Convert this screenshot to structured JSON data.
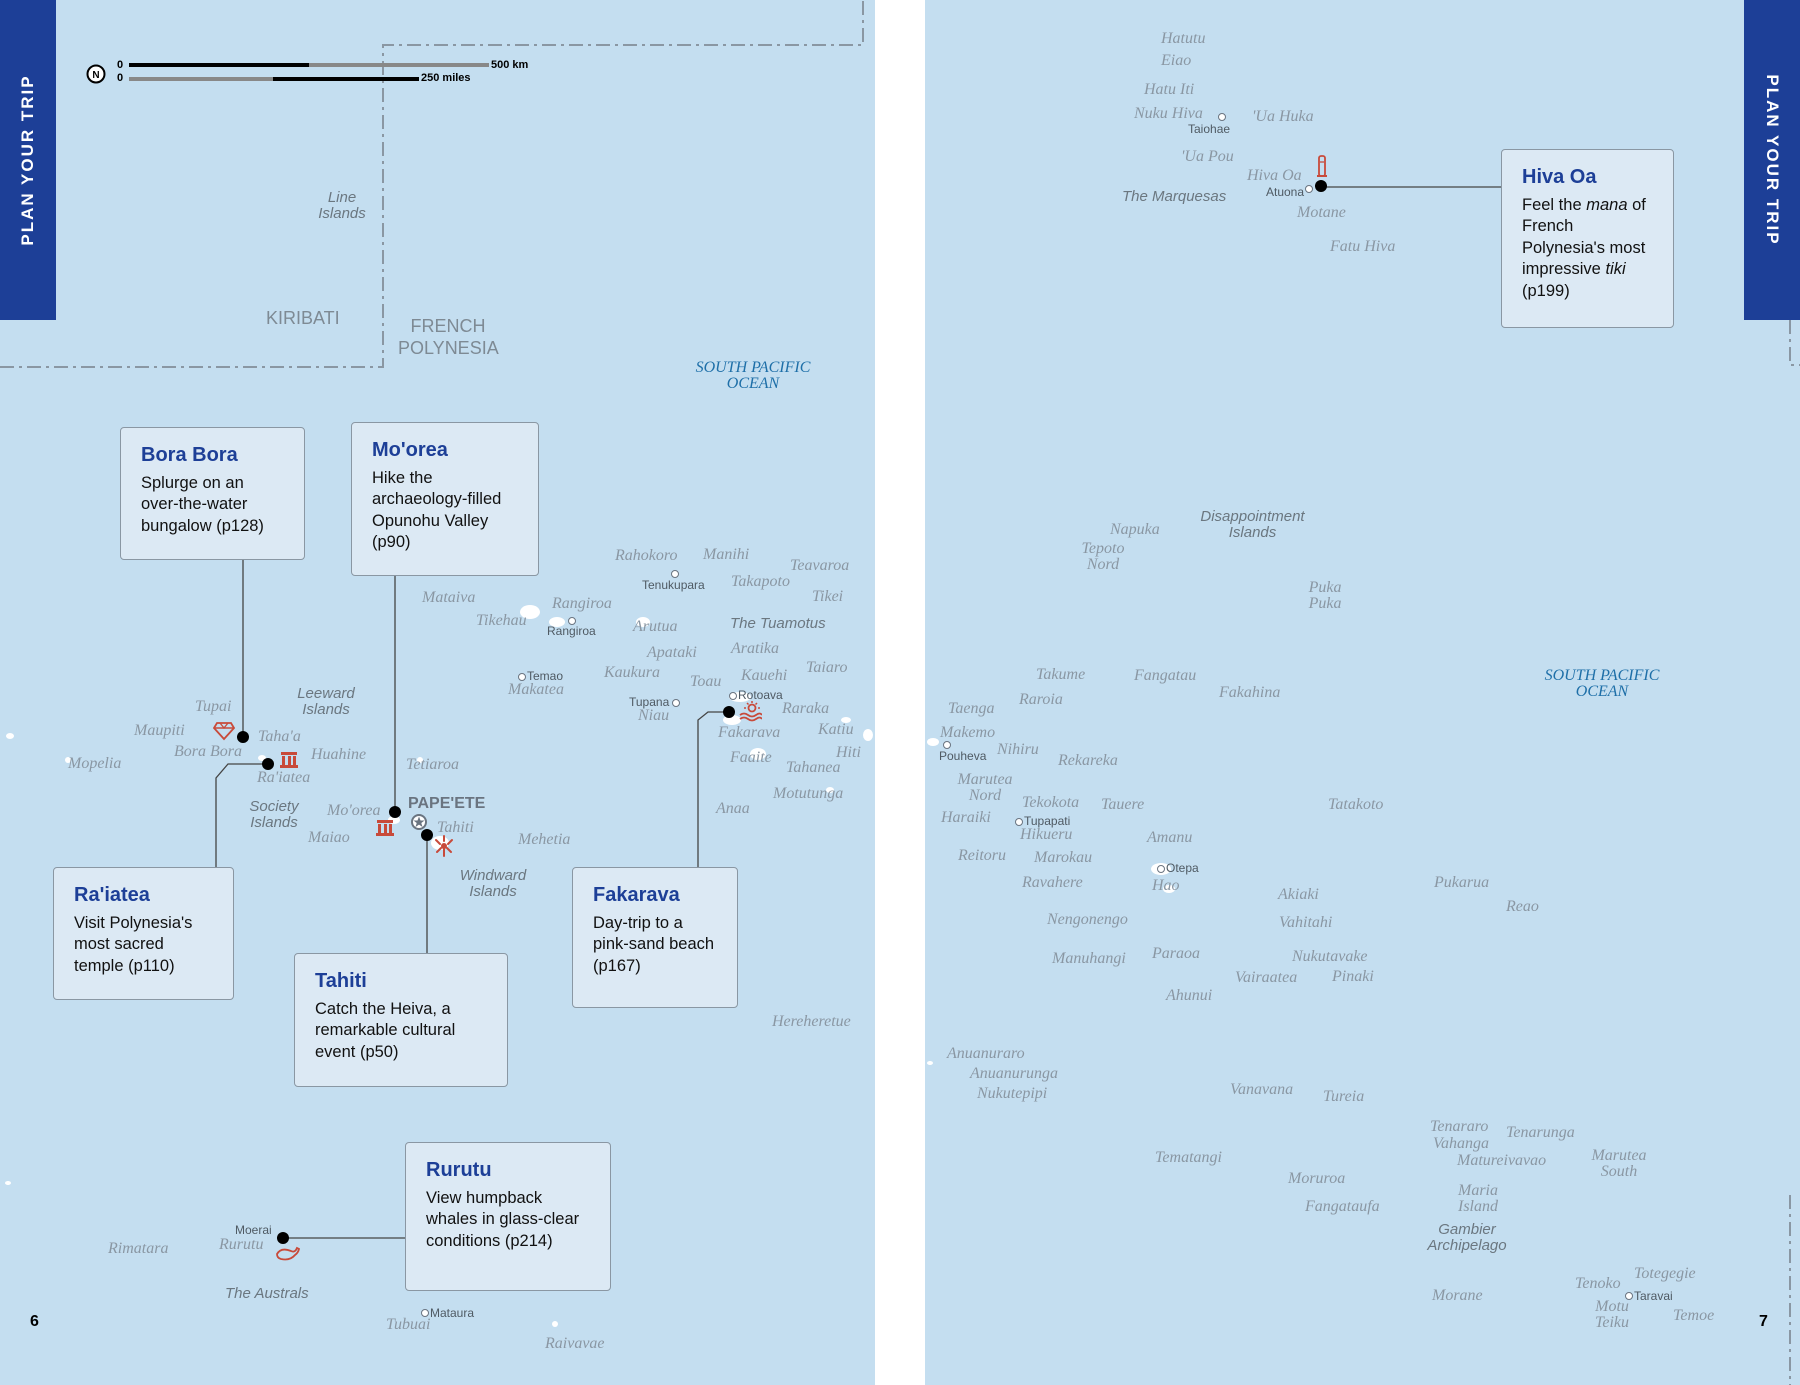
{
  "left": {
    "tab": "PLAN YOUR TRIP",
    "page_number": "6",
    "scale": {
      "km_zero": "0",
      "km_label": "500 km",
      "mi_zero": "0",
      "mi_label": "250 miles"
    },
    "countries": {
      "kiribati": "KIRIBATI",
      "french_polynesia": "FRENCH POLYNESIA"
    },
    "regions": {
      "line_islands": "Line Islands",
      "leeward": "Leeward Islands",
      "society": "Society Islands",
      "windward": "Windward Islands",
      "tuamotus": "The Tuamotus",
      "australs": "The Australs"
    },
    "ocean": "SOUTH PACIFIC OCEAN",
    "capital": "PAPE'ETE",
    "islands": {
      "mataiva": "Mataiva",
      "tikehau": "Tikehau",
      "rangiroa": "Rangiroa",
      "rahokoro": "Rahokoro",
      "manihi": "Manihi",
      "teavaroa": "Teavaroa",
      "takapoto": "Takapoto",
      "tikei": "Tikei",
      "arutua": "Arutua",
      "apataki": "Apataki",
      "aratika": "Aratika",
      "kaukura": "Kaukura",
      "kauehi": "Kauehi",
      "taiaro": "Taiaro",
      "toau": "Toau",
      "makatea": "Makatea",
      "niau": "Niau",
      "raraka": "Raraka",
      "fakarava": "Fakarava",
      "katiu": "Katiu",
      "faaite": "Faaite",
      "hiti": "Hiti",
      "tahanea": "Tahanea",
      "motutunga": "Motutunga",
      "anaa": "Anaa",
      "tupai": "Tupai",
      "maupiti": "Maupiti",
      "bora_bora": "Bora Bora",
      "tahaa": "Taha'a",
      "huahine": "Huahine",
      "raiatea": "Ra'iatea",
      "mopelia": "Mopelia",
      "tetiaroa": "Tetiaroa",
      "moorea": "Mo'orea",
      "tahiti": "Tahiti",
      "maiao": "Maiao",
      "mehetia": "Mehetia",
      "hereheretue": "Hereheretue",
      "rimatara": "Rimatara",
      "rurutu": "Rurutu",
      "tubuai": "Tubuai",
      "raivavae": "Raivavae"
    },
    "towns": {
      "tenukupara": "Tenukupara",
      "rangiroa": "Rangiroa",
      "temao": "Temao",
      "tupana": "Tupana",
      "rotoava": "Rotoava",
      "moerai": "Moerai",
      "mataura": "Mataura"
    },
    "callouts": {
      "bora_bora": {
        "title": "Bora Bora",
        "text": "Splurge on an over-the-water bungalow (p128)"
      },
      "moorea": {
        "title": "Mo'orea",
        "text": "Hike the archaeology-filled Opunohu Valley (p90)"
      },
      "raiatea": {
        "title": "Ra'iatea",
        "text": "Visit Polynesia's most sacred temple (p110)"
      },
      "tahiti": {
        "title": "Tahiti",
        "text": "Catch the Heiva, a remarkable cultural event (p50)"
      },
      "fakarava": {
        "title": "Fakarava",
        "text": "Day-trip to a pink-sand beach (p167)"
      },
      "rurutu": {
        "title": "Rurutu",
        "text": "View humpback whales in glass-clear conditions (p214)"
      }
    }
  },
  "right": {
    "tab": "PLAN YOUR TRIP",
    "page_number": "7",
    "ocean": "SOUTH PACIFIC OCEAN",
    "regions": {
      "marquesas": "The Marquesas",
      "disappointment": "Disappointment Islands",
      "gambier": "Gambier Archipelago"
    },
    "islands": {
      "hatutu": "Hatutu",
      "eiao": "Eiao",
      "hatu_iti": "Hatu Iti",
      "nuku_hiva": "Nuku Hiva",
      "ua_huka": "'Ua Huka",
      "ua_pou": "'Ua Pou",
      "hiva_oa": "Hiva Oa",
      "motane": "Motane",
      "fatu_hiva": "Fatu Hiva",
      "napuka": "Napuka",
      "tepoto_nord": "Tepoto Nord",
      "puka_puka": "Puka Puka",
      "takume": "Takume",
      "raroia": "Raroia",
      "fangatau": "Fangatau",
      "fakahina": "Fakahina",
      "taenga": "Taenga",
      "makemo": "Makemo",
      "nihiru": "Nihiru",
      "rekareka": "Rekareka",
      "marutea_nord": "Marutea Nord",
      "tekokota": "Tekokota",
      "tauere": "Tauere",
      "haraiki": "Haraiki",
      "hikueru": "Hikueru",
      "tatakoto": "Tatakoto",
      "reitoru": "Reitoru",
      "marokau": "Marokau",
      "amanu": "Amanu",
      "ravahere": "Ravahere",
      "hao": "Hao",
      "pukarua": "Pukarua",
      "akiaki": "Akiaki",
      "reao": "Reao",
      "vahitahi": "Vahitahi",
      "nengonengo": "Nengonengo",
      "manuhangi": "Manuhangi",
      "paraoa": "Paraoa",
      "nukutavake": "Nukutavake",
      "vairaatea": "Vairaatea",
      "pinaki": "Pinaki",
      "ahunui": "Ahunui",
      "anuanuraro": "Anuanuraro",
      "anuanurunga": "Anuanurunga",
      "nukutepipi": "Nukutepipi",
      "vanavana": "Vanavana",
      "tureia": "Tureia",
      "tenararo": "Tenararo",
      "vahanga": "Vahanga",
      "tenarunga": "Tenarunga",
      "matureivavao": "Matureivavao",
      "marutea_south": "Marutea South",
      "tematangi": "Tematangi",
      "moruroa": "Moruroa",
      "maria_island": "Maria Island",
      "fangataufa": "Fangataufa",
      "morane": "Morane",
      "tenoko": "Tenoko",
      "totegegie": "Totegegie",
      "motu_teiku": "Motu Teiku",
      "temoe": "Temoe"
    },
    "towns": {
      "taiohae": "Taiohae",
      "atuona": "Atuona",
      "pouheva": "Pouheva",
      "tupapati": "Tupapati",
      "otepa": "Otepa",
      "taravai": "Taravai"
    },
    "callouts": {
      "hiva_oa": {
        "title": "Hiva Oa",
        "text_a": "Feel the ",
        "text_em1": "mana",
        "text_b": " of French Polynesia's most impressive ",
        "text_em2": "tiki",
        "text_c": " (p199)"
      }
    }
  }
}
